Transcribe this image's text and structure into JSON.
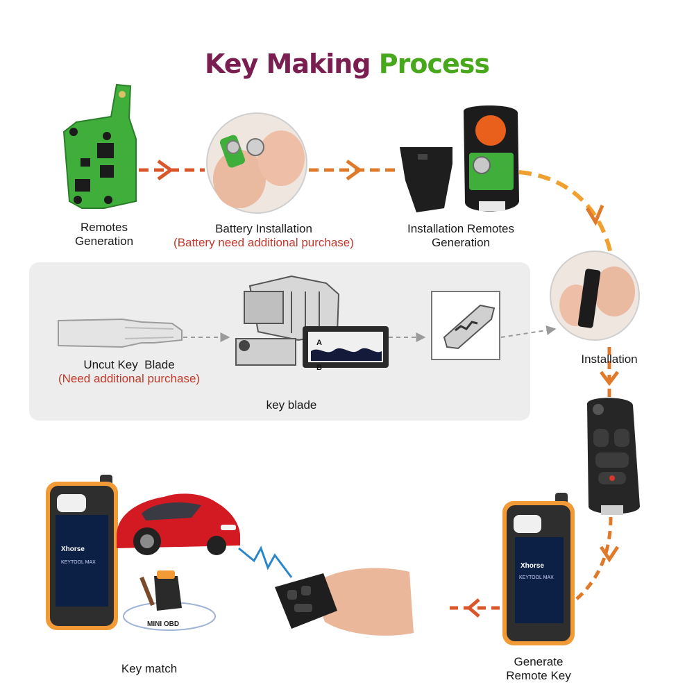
{
  "title": {
    "part1": "Key Making",
    "part2": "Process"
  },
  "colors": {
    "title_purple": "#7a1e52",
    "title_green": "#48a81c",
    "arrow_orange": "#e07a2a",
    "note_red": "#c0392b",
    "panel_gray": "#ededed"
  },
  "steps": {
    "remotes_generation": {
      "line1": "Remotes",
      "line2": "Generation"
    },
    "battery_installation": {
      "line1": "Battery Installation",
      "note": "(Battery need additional purchase)"
    },
    "installation_remotes_generation": {
      "line1": "Installation Remotes",
      "line2": "Generation"
    },
    "installation": {
      "line1": "Installation"
    },
    "uncut_key_blade": {
      "line1": "Uncut Key  Blade",
      "note": "(Need additional purchase)"
    },
    "key_blade": {
      "line1": "key blade"
    },
    "generate_remote_key": {
      "line1": "Generate",
      "line2": "Remote Key"
    },
    "key_match": {
      "line1": "Key match"
    }
  },
  "profile_labels": {
    "a": "A",
    "b": "B"
  },
  "device": {
    "brand": "Xhorse",
    "model": "KEYTOOL MAX"
  },
  "adapter_label": "MINI OBD",
  "icons": [
    "pcb-board-icon",
    "battery-hand-icon",
    "remote-shell-icon",
    "key-shell-icon",
    "key-cutting-machine-icon",
    "key-blade-icon",
    "flip-key-icon",
    "programmer-device-icon",
    "car-icon",
    "signal-wave-icon",
    "hand-remote-icon"
  ]
}
